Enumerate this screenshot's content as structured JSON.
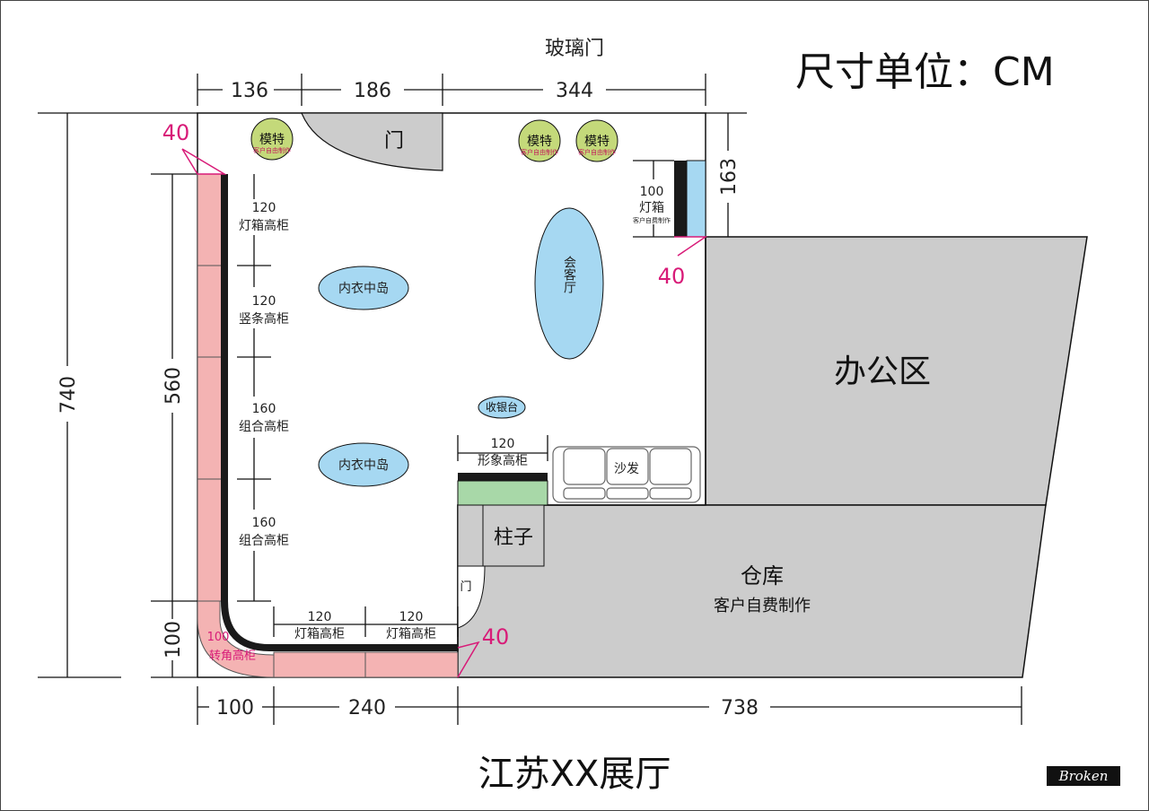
{
  "title": "江苏XX展厅",
  "unit_note": "尺寸单位：CM",
  "top_label": "玻璃门",
  "signature": "Broken",
  "dimensions": {
    "top": [
      "136",
      "186",
      "344"
    ],
    "bottom": [
      "100",
      "240",
      "738"
    ],
    "left_outer": "740",
    "left_inner": "560",
    "left_inner_bottom": "100",
    "right_top": "163"
  },
  "callouts": [
    "40",
    "40",
    "40"
  ],
  "rooms": {
    "office": "办公区",
    "warehouse": "仓库",
    "warehouse_note": "客户自费制作",
    "pillar": "柱子",
    "door_main": "门",
    "door_side": "门"
  },
  "fixtures": {
    "model": "模特",
    "model_note": "客户自由制作",
    "island": "内衣中岛",
    "reception": "会客厅",
    "cashier": "收银台",
    "sofa": "沙发",
    "image_cabinet_size": "120",
    "image_cabinet": "形象高柜",
    "lightbox_size": "100",
    "lightbox": "灯箱",
    "lightbox_note": "客户自费制作",
    "corner_size": "100",
    "corner_cabinet": "转角高柜"
  },
  "wall_segments": [
    {
      "size": "120",
      "name": "灯箱高柜"
    },
    {
      "size": "120",
      "name": "竖条高柜"
    },
    {
      "size": "160",
      "name": "组合高柜"
    },
    {
      "size": "160",
      "name": "组合高柜"
    }
  ],
  "bottom_segments": [
    {
      "size": "120",
      "name": "灯箱高柜"
    },
    {
      "size": "120",
      "name": "灯箱高柜"
    }
  ],
  "colors": {
    "pink": "#f4b3b3",
    "gray": "#cccccc",
    "blue": "#a6d8f2",
    "olive": "#c4d97a",
    "green": "#a8d8a8",
    "magenta": "#d81b78"
  }
}
